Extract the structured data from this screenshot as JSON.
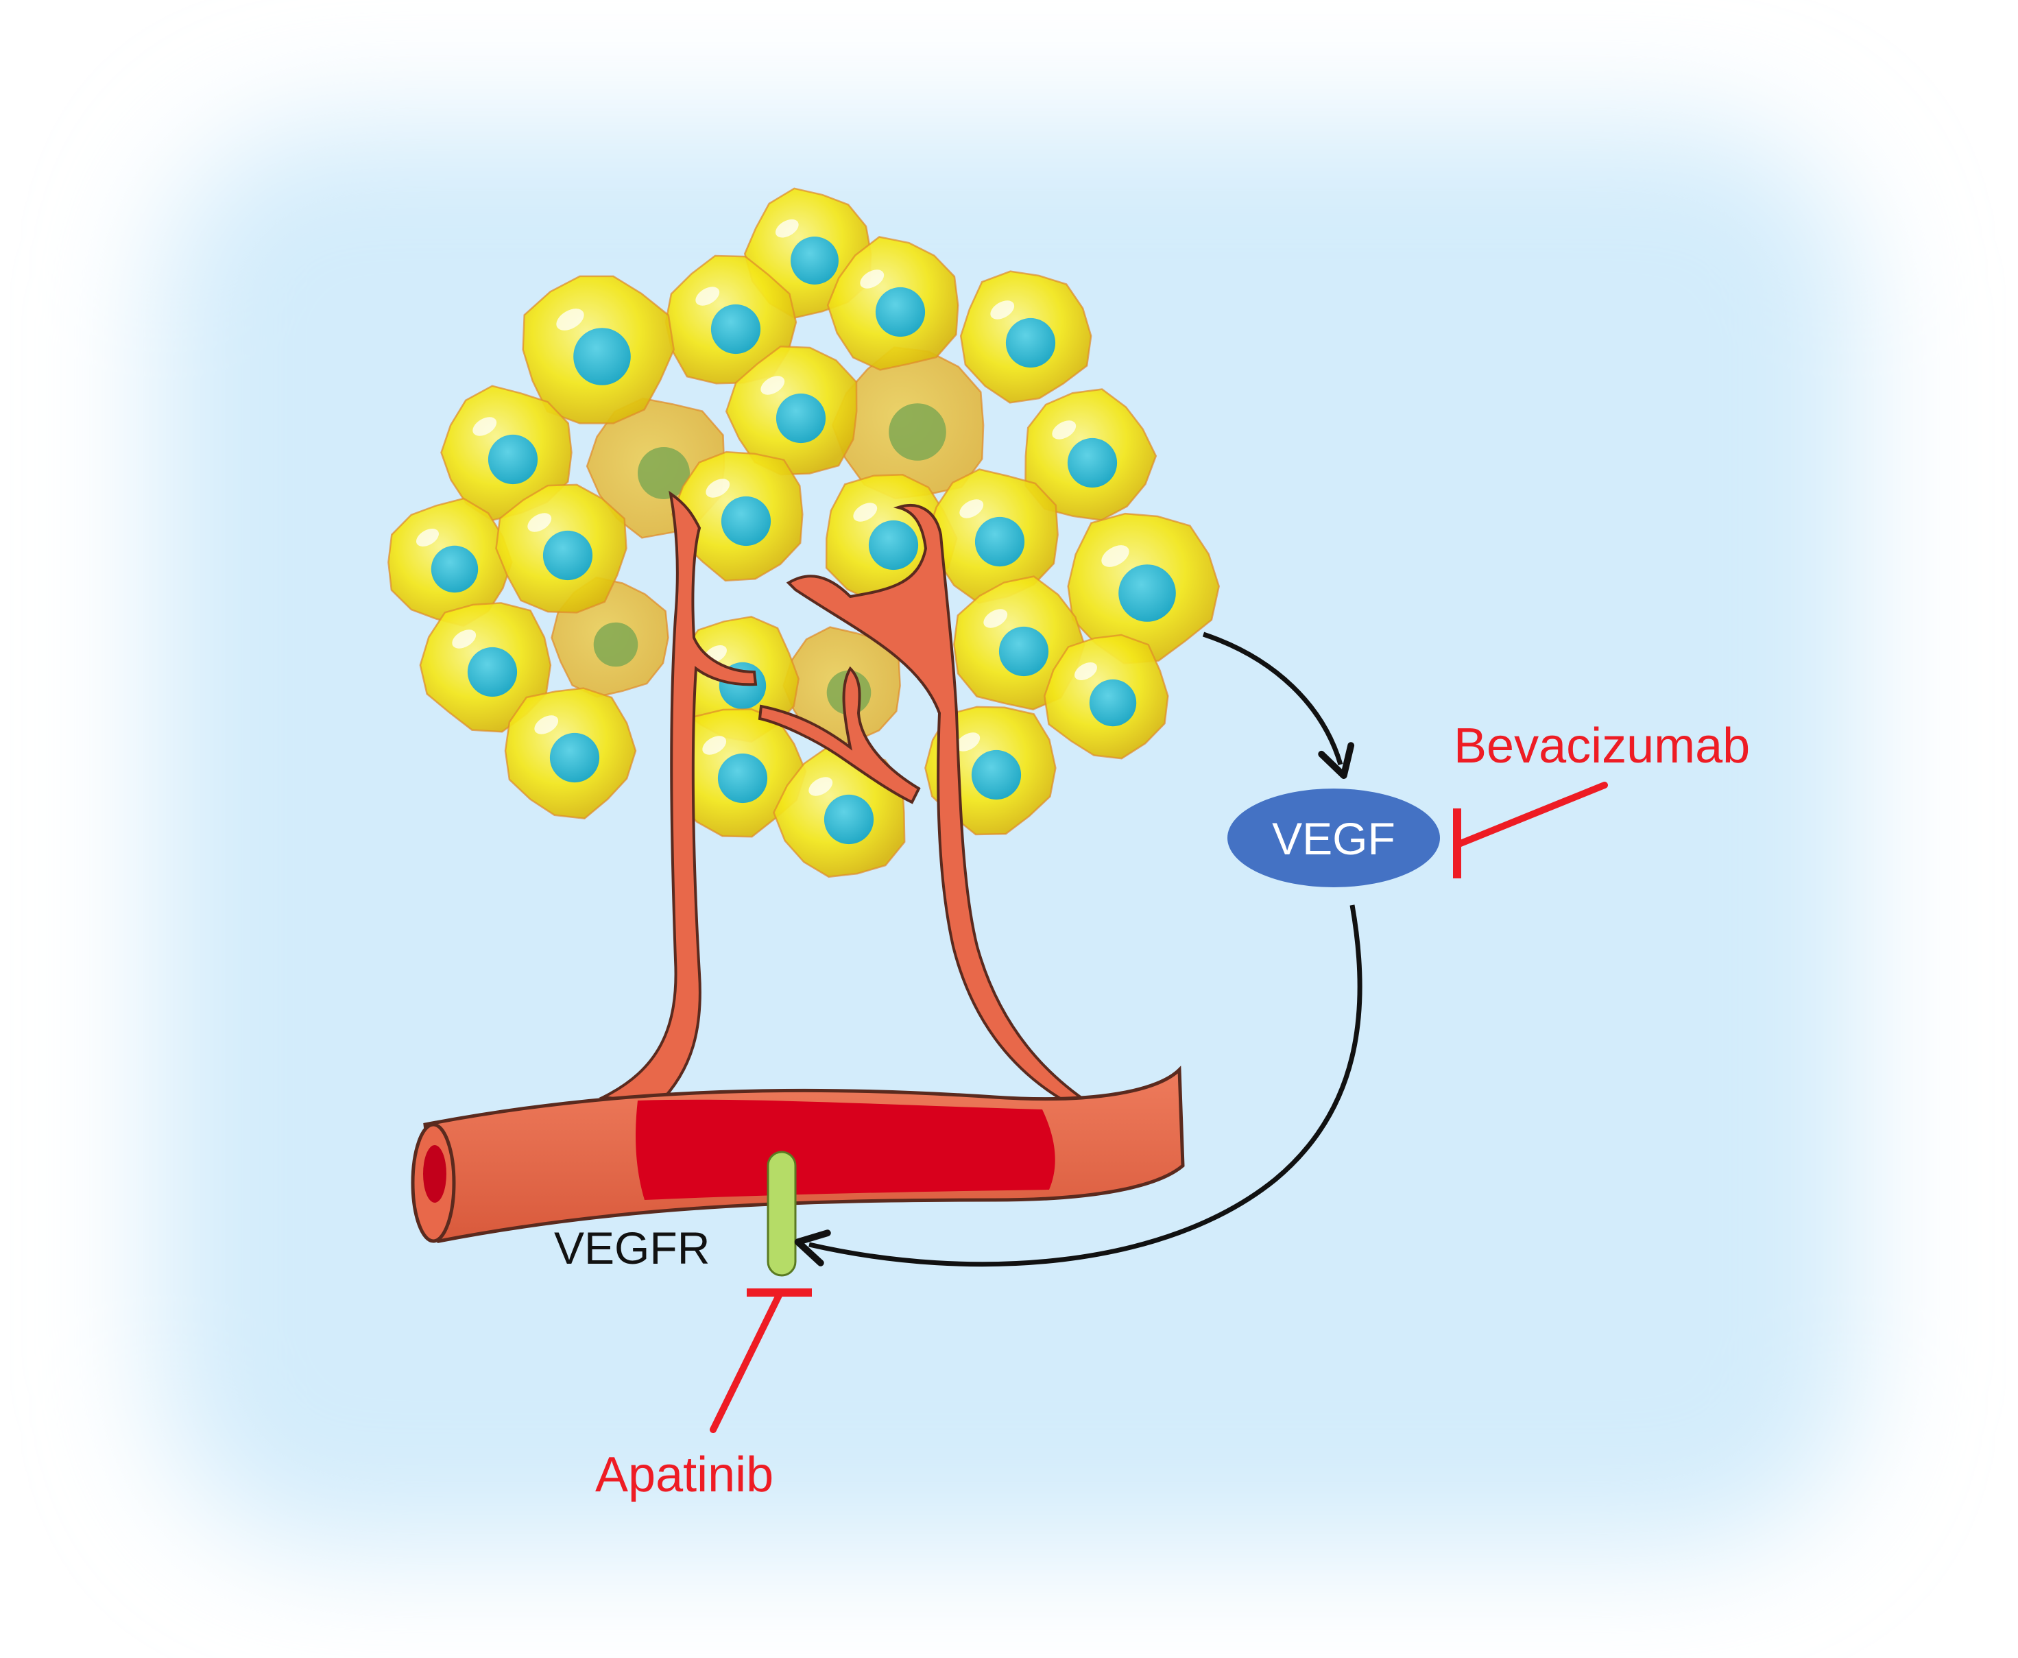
{
  "diagram": {
    "labels": {
      "vegf": "VEGF",
      "vegfr": "VEGFR",
      "bevacizumab": "Bevacizumab",
      "apatinib": "Apatinib"
    },
    "colors": {
      "background": "#d8effc",
      "cell_body": "#f6ec1e",
      "cell_nucleus": "#37bdd6",
      "vessel_outer": "#e8684a",
      "vessel_inner": "#d8001c",
      "vegf_ellipse": "#4472c4",
      "vegfr_receptor": "#b5dc67",
      "inhibitor": "#ee1c24",
      "arrow": "#111111"
    },
    "relations": [
      {
        "from": "tumor-cells",
        "to": "VEGF",
        "type": "secretes"
      },
      {
        "from": "VEGF",
        "to": "VEGFR",
        "type": "activates"
      },
      {
        "from": "Bevacizumab",
        "to": "VEGF",
        "type": "inhibits"
      },
      {
        "from": "Apatinib",
        "to": "VEGFR",
        "type": "inhibits"
      }
    ]
  }
}
